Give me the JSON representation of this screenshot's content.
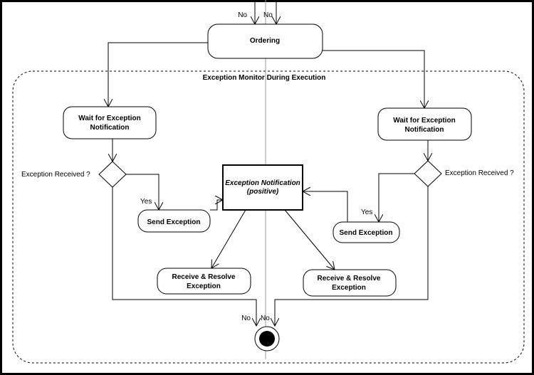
{
  "diagram": {
    "region_label": "Exception Monitor During Execution",
    "ordering": "Ordering",
    "wait_left": [
      "Wait for Exception",
      "Notification"
    ],
    "wait_right": [
      "Wait for Exception",
      "Notification"
    ],
    "exception_notification": [
      "Exception Notification",
      "(positive)"
    ],
    "send_left": "Send Exception",
    "send_right": "Send Exception",
    "resolve_left": [
      "Receive & Resolve",
      "Exception"
    ],
    "resolve_right": [
      "Receive & Resolve",
      "Exception"
    ],
    "decision_left_label": "Exception Received ?",
    "decision_right_label": "Exception Received ?",
    "yes_left": "Yes",
    "yes_right": "Yes",
    "top_no_left": "No",
    "top_no_right": "No",
    "bottom_no_left": "No",
    "bottom_no_right": "No"
  }
}
